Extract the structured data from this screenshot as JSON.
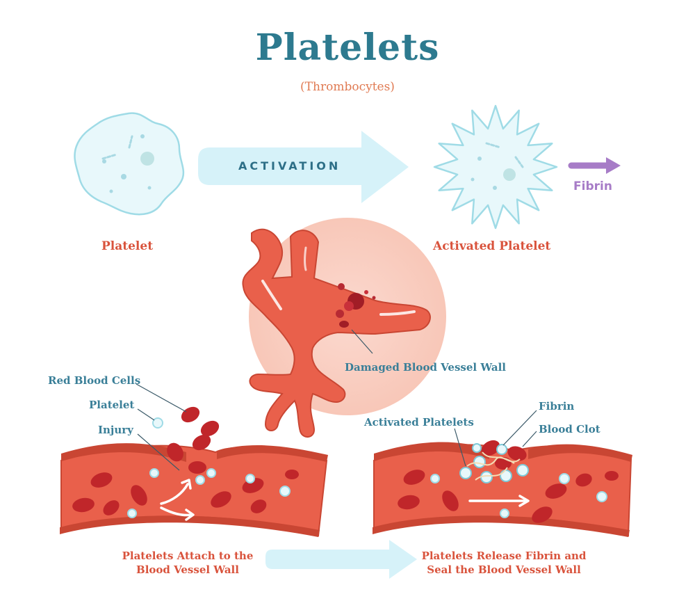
{
  "title": "Platelets",
  "subtitle": "(Thrombocytes)",
  "activation": "ACTIVATION",
  "platelet": "Platelet",
  "activated_platelet": "Activated Platelet",
  "fibrin": "Fibrin",
  "damaged_wall": "Damaged Blood Vessel Wall",
  "left_vessel": {
    "red_blood_cells": "Red Blood Cells",
    "platelet": "Platelet",
    "injury": "Injury",
    "caption_line1": "Platelets Attach to the",
    "caption_line2": "Blood Vessel Wall"
  },
  "right_vessel": {
    "activated_platelets": "Activated Platelets",
    "fibrin": "Fibrin",
    "blood_clot": "Blood Clot",
    "caption_line1": "Platelets Release Fibrin and",
    "caption_line2": "Seal the Blood Vessel Wall"
  },
  "colors": {
    "title": "#2d7a8f",
    "red_label": "#d9533c",
    "blue_label": "#3a7f98",
    "vessel": "#e0553f",
    "rbc": "#c0262a",
    "platelet": "#dff3f8",
    "fibrin": "#a77cc7"
  }
}
